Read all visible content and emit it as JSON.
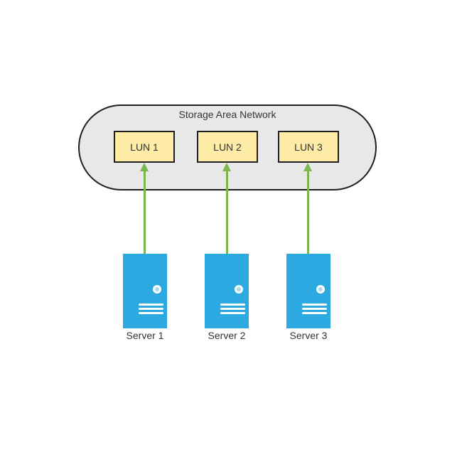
{
  "diagram": {
    "title": "Storage Area Network",
    "luns": [
      {
        "label": "LUN 1"
      },
      {
        "label": "LUN 2"
      },
      {
        "label": "LUN 3"
      }
    ],
    "servers": [
      {
        "label": "Server 1"
      },
      {
        "label": "Server 2"
      },
      {
        "label": "Server 3"
      }
    ],
    "colors": {
      "background": "#ffffff",
      "san_fill": "#e8e8e8",
      "san_border": "#1f1f1f",
      "lun_fill": "#ffeca6",
      "lun_border": "#1f1f1f",
      "server_blue": "#2ba9e0",
      "server_circle_inner": "#a9d9ef",
      "arrow_green": "#7ab64d",
      "text": "#333333"
    }
  }
}
